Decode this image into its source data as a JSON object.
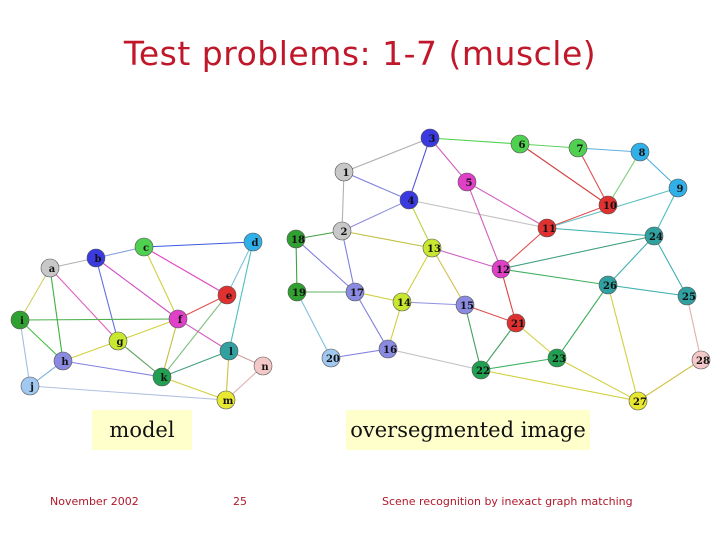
{
  "title": "Test problems: 1-7 (muscle)",
  "model_label": "model",
  "image_label": "oversegmented image",
  "footer": {
    "date": "November 2002",
    "page": "25",
    "caption": "Scene recognition by inexact graph matching"
  },
  "colors": {
    "title": "#c0182a",
    "label_bg": "#ffffcc",
    "footer": "#b0182a"
  },
  "model_graph": {
    "nodes": [
      {
        "id": "a",
        "color": "#c8c8c8"
      },
      {
        "id": "b",
        "color": "#3a3ae0"
      },
      {
        "id": "c",
        "color": "#50d050"
      },
      {
        "id": "d",
        "color": "#30b0e8"
      },
      {
        "id": "e",
        "color": "#e03030"
      },
      {
        "id": "f",
        "color": "#e040c8"
      },
      {
        "id": "g",
        "color": "#c8e830"
      },
      {
        "id": "h",
        "color": "#8a8ae0"
      },
      {
        "id": "i",
        "color": "#30a030"
      },
      {
        "id": "j",
        "color": "#a0c8f0"
      },
      {
        "id": "k",
        "color": "#20a050"
      },
      {
        "id": "l",
        "color": "#30a0a0"
      },
      {
        "id": "m",
        "color": "#e8e830"
      },
      {
        "id": "n",
        "color": "#f4c8c8"
      }
    ]
  },
  "image_graph": {
    "nodes": [
      {
        "id": "1",
        "color": "#c8c8c8"
      },
      {
        "id": "2",
        "color": "#c8c8c8"
      },
      {
        "id": "3",
        "color": "#3a3ae0"
      },
      {
        "id": "4",
        "color": "#3a3ae0"
      },
      {
        "id": "5",
        "color": "#e040c8"
      },
      {
        "id": "6",
        "color": "#50d050"
      },
      {
        "id": "7",
        "color": "#50d050"
      },
      {
        "id": "8",
        "color": "#30b0e8"
      },
      {
        "id": "9",
        "color": "#30b0e8"
      },
      {
        "id": "10",
        "color": "#e03030"
      },
      {
        "id": "11",
        "color": "#e03030"
      },
      {
        "id": "12",
        "color": "#e040c8"
      },
      {
        "id": "13",
        "color": "#c8e830"
      },
      {
        "id": "14",
        "color": "#c8e830"
      },
      {
        "id": "15",
        "color": "#8a8ae0"
      },
      {
        "id": "16",
        "color": "#8a8ae0"
      },
      {
        "id": "17",
        "color": "#8a8ae0"
      },
      {
        "id": "18",
        "color": "#30a030"
      },
      {
        "id": "19",
        "color": "#30a030"
      },
      {
        "id": "20",
        "color": "#a0c8f0"
      },
      {
        "id": "21",
        "color": "#e03030"
      },
      {
        "id": "22",
        "color": "#20a050"
      },
      {
        "id": "23",
        "color": "#20a050"
      },
      {
        "id": "24",
        "color": "#30a0a0"
      },
      {
        "id": "25",
        "color": "#30a0a0"
      },
      {
        "id": "26",
        "color": "#30a0a0"
      },
      {
        "id": "27",
        "color": "#e8e830"
      },
      {
        "id": "28",
        "color": "#f4c8c8"
      }
    ]
  }
}
